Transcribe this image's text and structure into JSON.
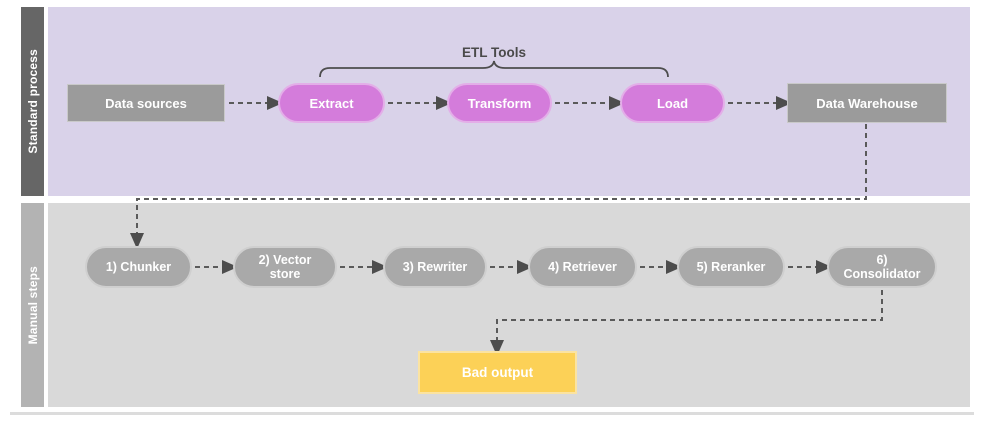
{
  "diagram": {
    "brace_label": "ETL Tools",
    "lanes": {
      "standard": {
        "label": "Standard process"
      },
      "manual": {
        "label": "Manual steps"
      }
    },
    "standard_nodes": [
      {
        "id": "data-sources",
        "label": "Data sources",
        "shape": "box"
      },
      {
        "id": "extract",
        "label": "Extract",
        "shape": "pill"
      },
      {
        "id": "transform",
        "label": "Transform",
        "shape": "pill"
      },
      {
        "id": "load",
        "label": "Load",
        "shape": "pill"
      },
      {
        "id": "data-warehouse",
        "label": "Data Warehouse",
        "shape": "box"
      }
    ],
    "manual_nodes": [
      {
        "id": "chunker",
        "label": "1) Chunker"
      },
      {
        "id": "vector-store",
        "label": "2) Vector store"
      },
      {
        "id": "rewriter",
        "label": "3) Rewriter"
      },
      {
        "id": "retriever",
        "label": "4) Retriever"
      },
      {
        "id": "reranker",
        "label": "5) Reranker"
      },
      {
        "id": "consolidator",
        "label": "6) Consolidator"
      }
    ],
    "output_node": {
      "id": "bad-output",
      "label": "Bad output"
    },
    "edges": [
      "data-sources -> extract",
      "extract -> transform",
      "transform -> load",
      "load -> data-warehouse",
      "data-warehouse -> chunker",
      "chunker -> vector-store",
      "vector-store -> rewriter",
      "rewriter -> retriever",
      "retriever -> reranker",
      "reranker -> consolidator",
      "consolidator -> bad-output"
    ],
    "colors": {
      "standard_lane_bg": "#d9d2e9",
      "standard_lane_bar": "#666666",
      "manual_lane_bg": "#d9d9d9",
      "manual_lane_bar": "#b3b3b3",
      "etl_pill": "#d47cdb",
      "gray_box": "#9b9b9b",
      "manual_pill": "#a9a9a9",
      "bad_output_box": "#fcd157",
      "connector": "#5a5a5a",
      "node_text": "#ffffff"
    }
  }
}
